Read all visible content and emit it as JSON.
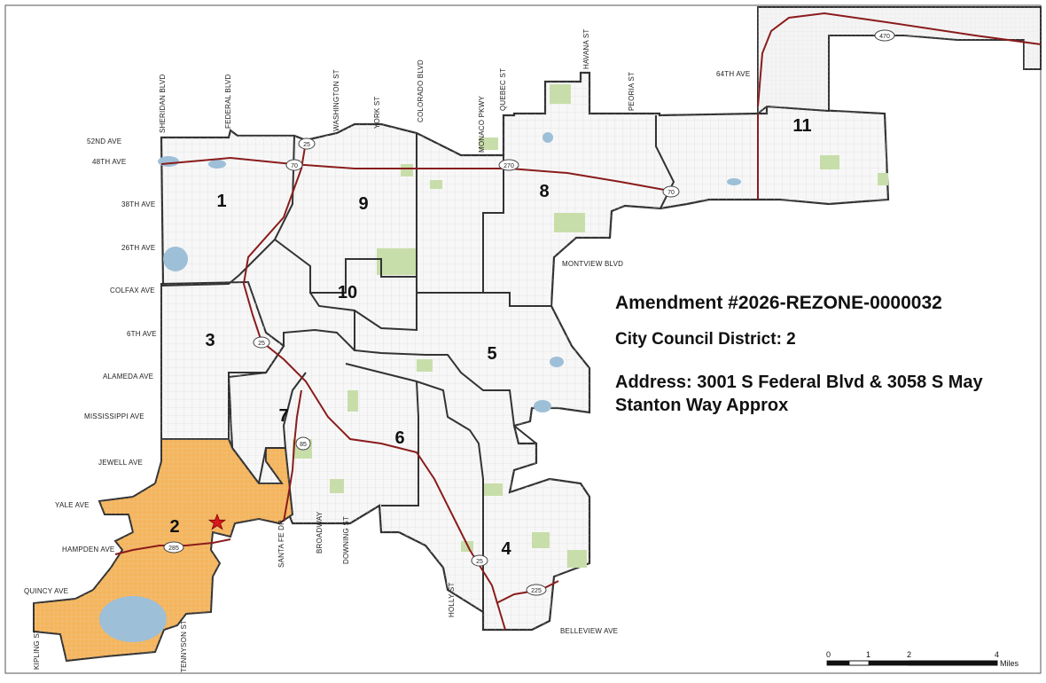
{
  "info": {
    "amendment": "Amendment #2026-REZONE-0000032",
    "district": "City Council District: 2",
    "address": "Address: 3001 S Federal Blvd & 3058 S May Stanton Way Approx"
  },
  "districts": [
    "1",
    "2",
    "3",
    "4",
    "5",
    "6",
    "7",
    "8",
    "9",
    "10",
    "11"
  ],
  "streets_ew": {
    "s52nd": "52ND AVE",
    "s48th": "48TH AVE",
    "s38th": "38TH AVE",
    "s26th": "26TH AVE",
    "colfax": "COLFAX AVE",
    "s6th": "6TH AVE",
    "alameda": "ALAMEDA AVE",
    "mississippi": "MISSISSIPPI AVE",
    "jewell": "JEWELL AVE",
    "yale": "YALE AVE",
    "hampden": "HAMPDEN AVE",
    "quincy": "QUINCY AVE",
    "s64th": "64TH AVE",
    "montview": "MONTVIEW BLVD",
    "belleview": "BELLEVIEW AVE"
  },
  "streets_ns": {
    "sheridan": "SHERIDAN BLVD",
    "federal": "FEDERAL BLVD",
    "washington": "WASHINGTON ST",
    "york": "YORK ST",
    "colorado": "COLORADO BLVD",
    "monaco": "MONACO PKWY",
    "quebec": "QUEBEC ST",
    "havana": "HAVANA ST",
    "peoria": "PEORIA ST",
    "santafe": "SANTA FE DR",
    "broadway": "BROADWAY",
    "downing": "DOWNING ST",
    "holly": "HOLLY ST",
    "kipling": "KIPLING ST",
    "tennyson": "TENNYSON ST"
  },
  "highways": {
    "h25a": "25",
    "h70a": "70",
    "h270": "270",
    "h70b": "70",
    "h25b": "25",
    "h85": "85",
    "h285": "285",
    "h25c": "25",
    "h225": "225",
    "h470": "470"
  },
  "scale": {
    "t0": "0",
    "t1": "1",
    "t2": "2",
    "t4": "4",
    "unit": "Miles"
  },
  "colors": {
    "highlight_district": "#f5b55d",
    "water": "#9ebfd8",
    "park": "#c8deaa",
    "boundary": "#333333",
    "highway": "#8b1c1c",
    "site_marker": "#d7191c"
  },
  "site_marker_icon": "star-icon"
}
